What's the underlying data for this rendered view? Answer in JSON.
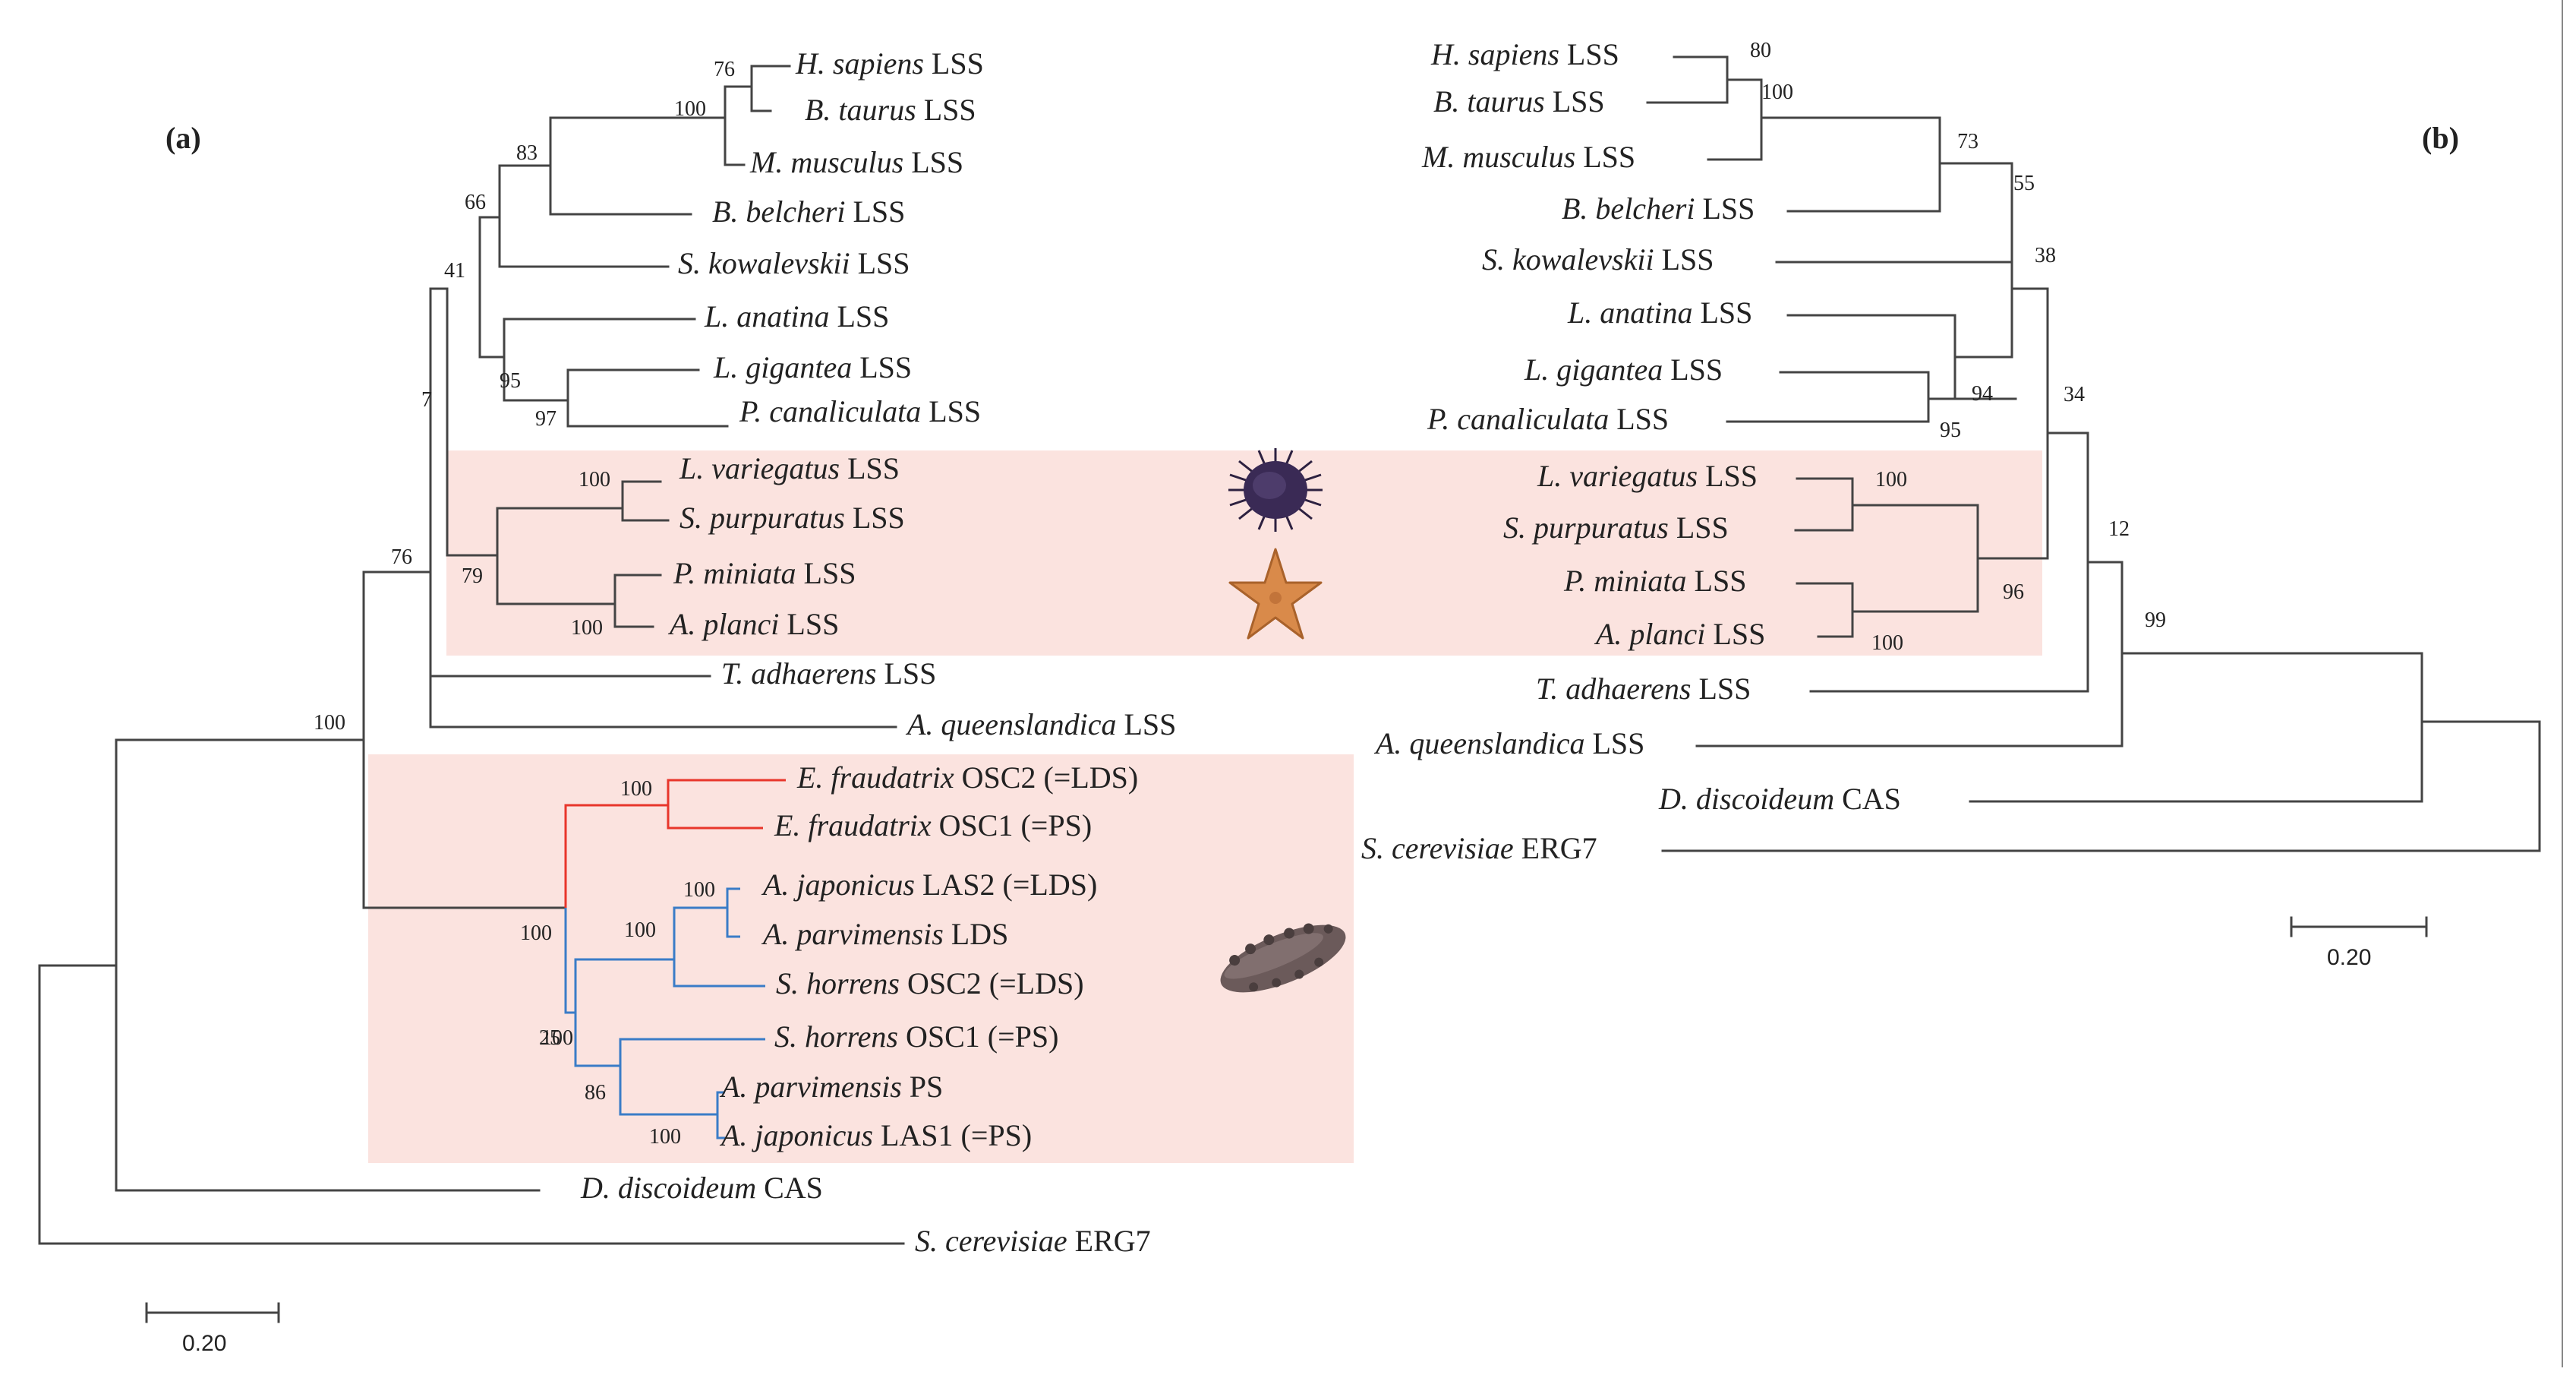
{
  "panels": {
    "a": "(a)",
    "b": "(b)"
  },
  "scale_bar": {
    "a": "0.20",
    "b": "0.20"
  },
  "colors": {
    "highlight": "#fbe3df",
    "red_clade": "#e8362b",
    "blue_clade": "#3a7cc7",
    "branch": "#444444"
  },
  "icons": [
    "sea-urchin-icon",
    "starfish-icon",
    "sea-cucumber-icon"
  ],
  "tree_a": {
    "leaves": [
      {
        "sp": "H. sapiens",
        "rest": " LSS"
      },
      {
        "sp": "B. taurus",
        "rest": " LSS"
      },
      {
        "sp": "M. musculus",
        "rest": " LSS"
      },
      {
        "sp": "B. belcheri",
        "rest": " LSS"
      },
      {
        "sp": "S. kowalevskii",
        "rest": " LSS"
      },
      {
        "sp": "L. anatina",
        "rest": " LSS"
      },
      {
        "sp": "L. gigantea",
        "rest": " LSS"
      },
      {
        "sp": "P. canaliculata",
        "rest": " LSS"
      },
      {
        "sp": "L. variegatus",
        "rest": " LSS"
      },
      {
        "sp": "S. purpuratus",
        "rest": " LSS"
      },
      {
        "sp": "P. miniata",
        "rest": " LSS"
      },
      {
        "sp": "A. planci",
        "rest": " LSS"
      },
      {
        "sp": "T. adhaerens",
        "rest": " LSS"
      },
      {
        "sp": "A. queenslandica",
        "rest": " LSS"
      },
      {
        "sp": "E. fraudatrix",
        "rest": " OSC2 (=LDS)"
      },
      {
        "sp": "E. fraudatrix",
        "rest": " OSC1 (=PS)"
      },
      {
        "sp": "A. japonicus",
        "rest": " LAS2 (=LDS)"
      },
      {
        "sp": "A. parvimensis",
        "rest": " LDS"
      },
      {
        "sp": "S. horrens",
        "rest": " OSC2 (=LDS)"
      },
      {
        "sp": "S. horrens",
        "rest": " OSC1 (=PS)"
      },
      {
        "sp": "A. parvimensis",
        "rest": " PS"
      },
      {
        "sp": "A. japonicus",
        "rest": " LAS1 (=PS)"
      },
      {
        "sp": "D. discoideum",
        "rest": " CAS"
      },
      {
        "sp": "S. cerevisiae",
        "rest": " ERG7"
      }
    ],
    "support": [
      "76",
      "100",
      "83",
      "66",
      "41",
      "95",
      "97",
      "7",
      "100",
      "79",
      "100",
      "76",
      "100",
      "100",
      "100",
      "100",
      "100",
      "100",
      "25",
      "86",
      "100"
    ]
  },
  "tree_b": {
    "leaves": [
      {
        "sp": "H. sapiens",
        "rest": " LSS"
      },
      {
        "sp": "B. taurus",
        "rest": " LSS"
      },
      {
        "sp": "M. musculus",
        "rest": " LSS"
      },
      {
        "sp": "B. belcheri",
        "rest": " LSS"
      },
      {
        "sp": "S. kowalevskii",
        "rest": " LSS"
      },
      {
        "sp": "L. anatina",
        "rest": " LSS"
      },
      {
        "sp": "L. gigantea",
        "rest": " LSS"
      },
      {
        "sp": "P. canaliculata",
        "rest": " LSS"
      },
      {
        "sp": "L. variegatus",
        "rest": " LSS"
      },
      {
        "sp": "S. purpuratus",
        "rest": " LSS"
      },
      {
        "sp": "P. miniata",
        "rest": " LSS"
      },
      {
        "sp": "A. planci",
        "rest": " LSS"
      },
      {
        "sp": "T. adhaerens",
        "rest": " LSS"
      },
      {
        "sp": "A. queenslandica",
        "rest": " LSS"
      },
      {
        "sp": "D. discoideum",
        "rest": " CAS"
      },
      {
        "sp": "S. cerevisiae",
        "rest": " ERG7"
      }
    ],
    "support": [
      "80",
      "100",
      "73",
      "55",
      "38",
      "94",
      "95",
      "100",
      "100",
      "96",
      "34",
      "12",
      "99"
    ]
  }
}
